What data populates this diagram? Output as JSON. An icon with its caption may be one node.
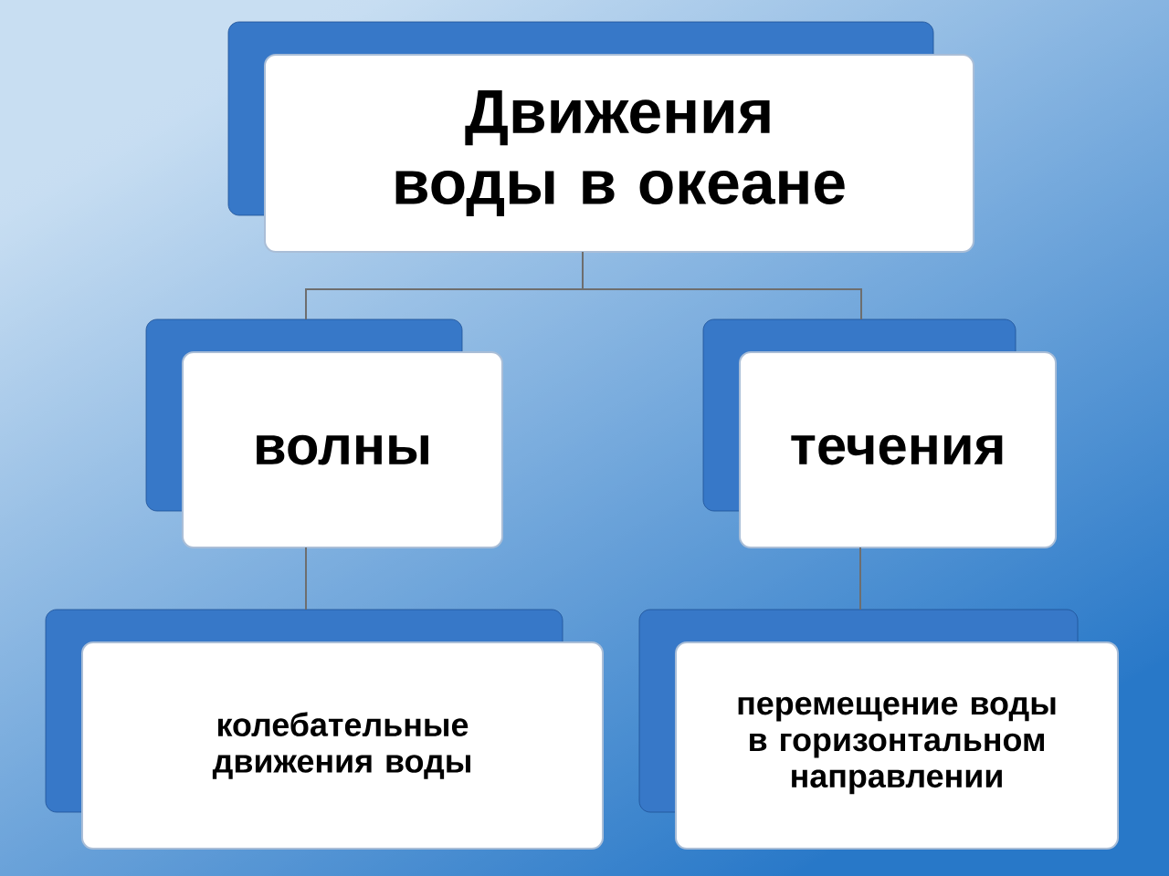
{
  "diagram": {
    "nodes": [
      {
        "text": [
          "Движения воды в океане"
        ]
      },
      {
        "text": [
          "волны"
        ]
      },
      {
        "text": [
          "течения"
        ]
      },
      {
        "text": [
          "колебательные движения воды"
        ]
      },
      {
        "text": [
          "перемещение воды в горизонтальном направлении"
        ]
      }
    ],
    "edges": [
      {
        "from": 0,
        "to": 1,
        "arrow": "none"
      },
      {
        "from": 0,
        "to": 2,
        "arrow": "none"
      },
      {
        "from": 1,
        "to": 3,
        "arrow": "none"
      },
      {
        "from": 2,
        "to": 4,
        "arrow": "none"
      }
    ]
  }
}
